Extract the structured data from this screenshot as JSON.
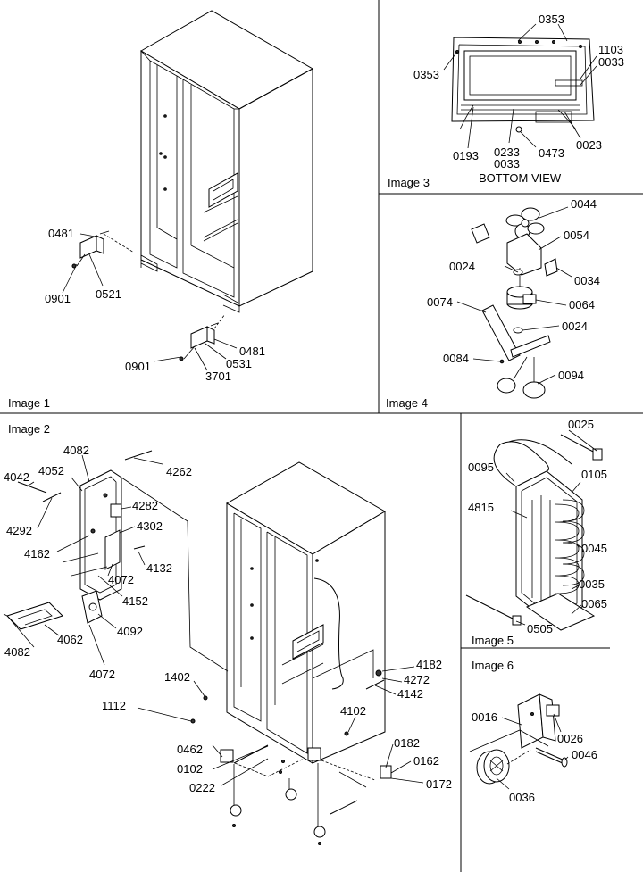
{
  "panels": {
    "image1": "Image 1",
    "image2": "Image 2",
    "image3": "Image 3",
    "image4": "Image 4",
    "image5": "Image 5",
    "image6": "Image 6"
  },
  "image3_caption": "BOTTOM VIEW",
  "labels": {
    "i1": [
      "0481",
      "0901",
      "0521",
      "0481",
      "0901",
      "0531",
      "3701"
    ],
    "i3": [
      "0353",
      "0353",
      "1103",
      "0033",
      "0193",
      "0233",
      "0033",
      "0473",
      "0023"
    ],
    "i4": [
      "0044",
      "0054",
      "0024",
      "0034",
      "0074",
      "0064",
      "0024",
      "0084",
      "0094"
    ],
    "i2": [
      "4082",
      "4262",
      "4042",
      "4052",
      "4282",
      "4302",
      "4292",
      "4162",
      "4132",
      "4072",
      "4152",
      "4062",
      "4092",
      "4082",
      "4072",
      "1402",
      "1112",
      "4182",
      "4272",
      "4142",
      "4102",
      "0462",
      "0102",
      "0222",
      "0182",
      "0162",
      "0172"
    ],
    "i5": [
      "0025",
      "0095",
      "0105",
      "4815",
      "0045",
      "0035",
      "0065",
      "0505"
    ],
    "i6": [
      "0016",
      "0026",
      "0046",
      "0036"
    ]
  }
}
